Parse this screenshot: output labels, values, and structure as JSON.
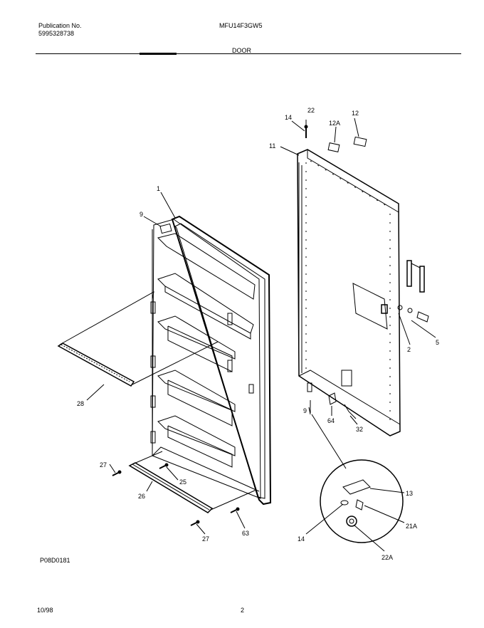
{
  "header": {
    "publication_label": "Publication No.",
    "publication_number": "5995328738",
    "model": "MFU14F3GW5",
    "section_title": "DOOR"
  },
  "diagram": {
    "id": "P08D0181",
    "callouts": {
      "c1": "1",
      "c9": "9",
      "c14_top": "14",
      "c22": "22",
      "c12A": "12A",
      "c12": "12",
      "c11": "11",
      "c5": "5",
      "c2": "2",
      "c28": "28",
      "c9_bottom": "9",
      "c64": "64",
      "c32": "32",
      "c27_left": "27",
      "c25": "25",
      "c26": "26",
      "c63": "63",
      "c27_bottom": "27",
      "c13": "13",
      "c21A": "21A",
      "c14_detail": "14",
      "c22A": "22A"
    }
  },
  "footer": {
    "date": "10/98",
    "page": "2"
  }
}
